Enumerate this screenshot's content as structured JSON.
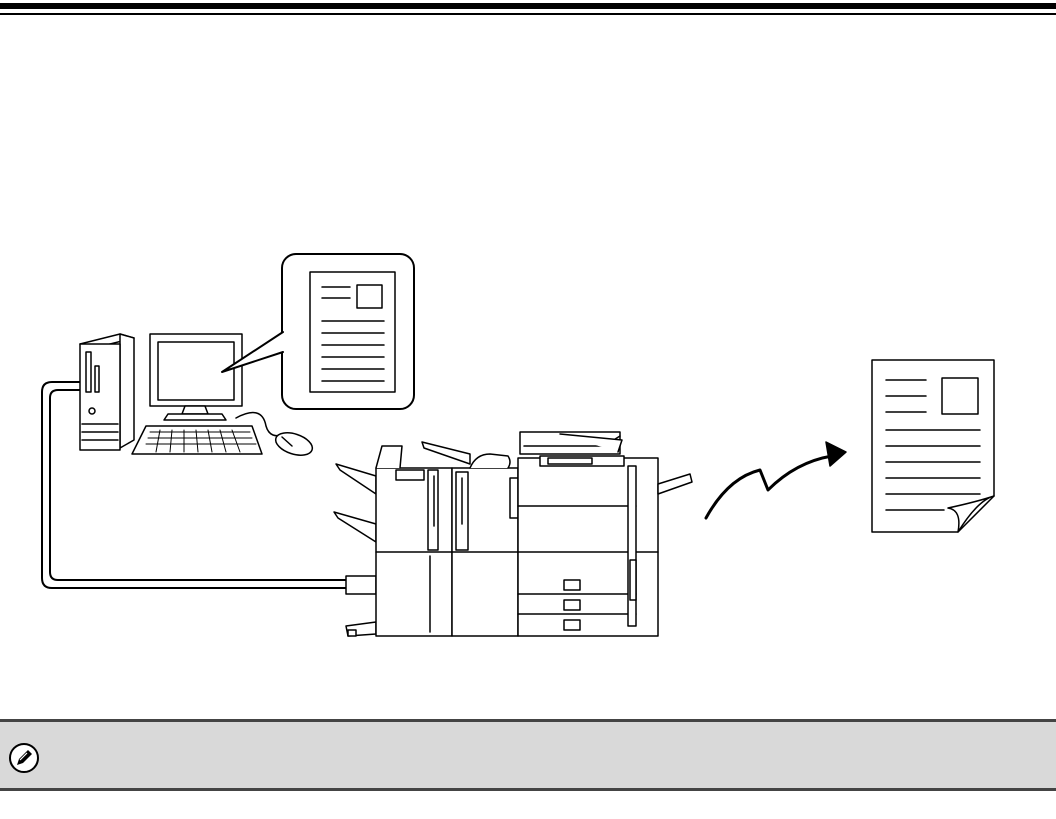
{
  "header": {
    "rule": "double-black-rule"
  },
  "diagram": {
    "nodes": [
      "computer",
      "network-cable",
      "multifunction-printer",
      "fax-transmission",
      "received-document"
    ],
    "document_preview": "callout-document-icon"
  },
  "note": {
    "icon": "pencil-icon",
    "text": ""
  }
}
